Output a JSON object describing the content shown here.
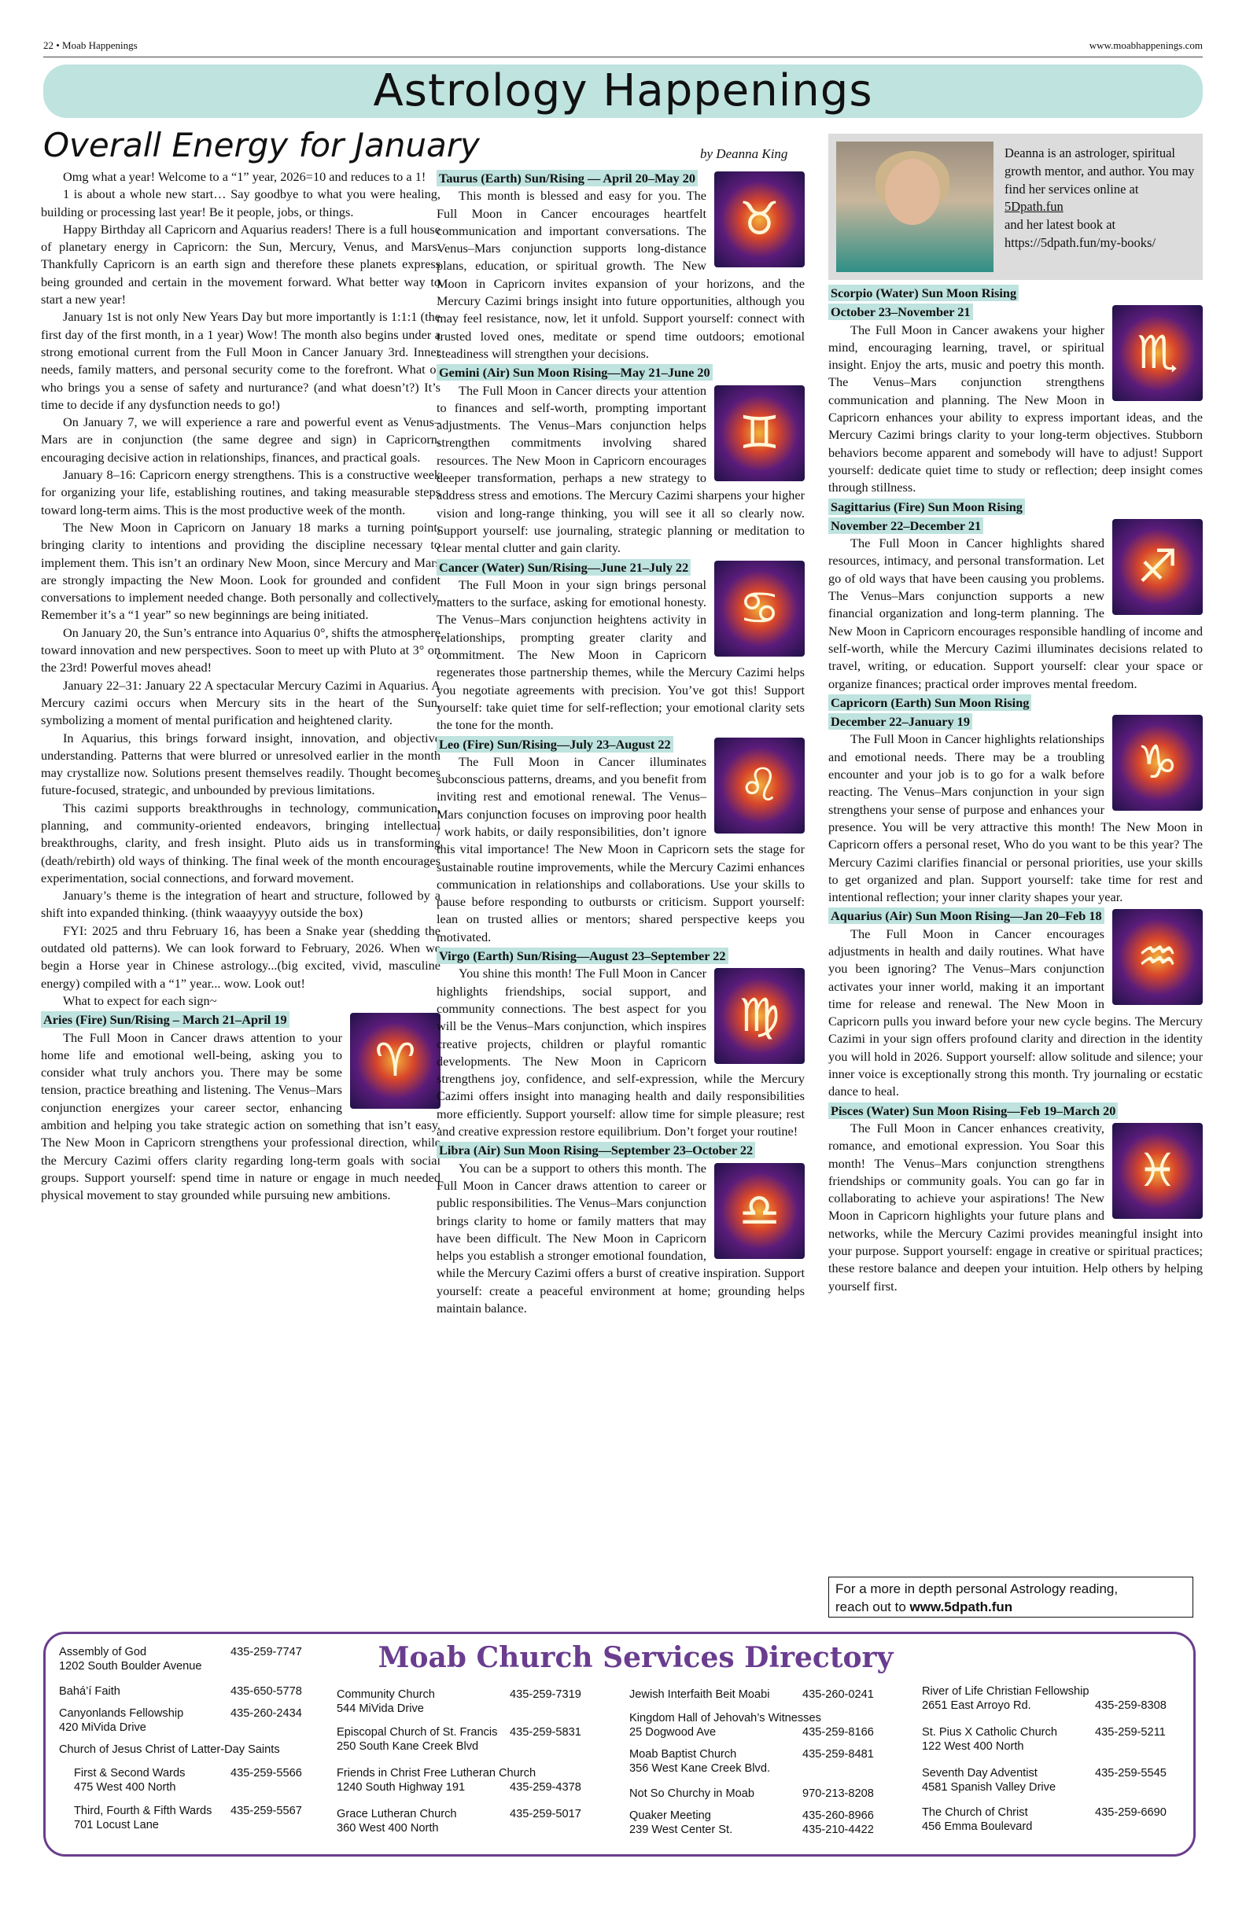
{
  "header": {
    "page_label": "22 • Moab Happenings",
    "website": "www.moabhappenings.com"
  },
  "banner_title": "Astrology Happenings",
  "subtitle": "Overall Energy for January",
  "byline": "by Deanna King",
  "author_box": {
    "line1": "Deanna is an astrologer, spiritual growth mentor, and author. You may find her services online at",
    "link1": "5Dpath.fun",
    "line2": "and her latest book at https://5dpath.fun/my-books/"
  },
  "intro": [
    "Omg what a year! Welcome to a “1” year, 2026=10 and reduces to a 1!",
    "1 is about a whole new start… Say goodbye to what you were healing, building or processing last year! Be it people, jobs, or things.",
    "Happy Birthday all Capricorn and Aquarius readers! There is a full house of planetary energy in Capricorn: the Sun, Mercury, Venus, and Mars. Thankfully Capricorn is an earth sign and therefore these planets express being grounded and certain in the movement forward. What better way to start a new year!",
    "January 1st is not only New Years Day but more importantly is 1:1:1 (the first day of the first month, in a 1 year) Wow! The month also begins under a strong emotional current from the Full Moon in Cancer January 3rd. Inner needs, family matters, and personal security come to the forefront. What or who brings you a sense of safety and nurturance? (and what doesn’t?) It’s time to decide if any dysfunction needs to go!)",
    "On January 7, we will experience a rare and powerful event as Venus–Mars are in conjunction (the same degree and sign) in Capricorn, encouraging decisive action in relationships, finances, and practical goals.",
    "January 8–16: Capricorn energy strengthens. This is a constructive week for organizing your life, establishing routines, and taking measurable steps toward long-term aims. This is the most productive week of the month.",
    "The New Moon in Capricorn on January 18 marks a turning point, bringing clarity to intentions and providing the discipline necessary to implement them. This isn’t an ordinary New Moon, since Mercury and Mars are strongly impacting the New Moon. Look for grounded and confident conversations to implement needed change. Both personally and collectively. Remember it’s a “1 year” so new beginnings are being initiated.",
    "On January 20, the Sun’s entrance into Aquarius 0°, shifts the atmosphere toward innovation and new perspectives. Soon to meet up with Pluto at 3° on the 23rd! Powerful moves ahead!",
    "January 22–31: January 22 A spectacular Mercury Cazimi in Aquarius. A Mercury cazimi occurs when Mercury sits in the heart of the Sun, symbolizing a moment of mental purification and heightened clarity.",
    "In Aquarius, this brings forward insight, innovation, and objective understanding. Patterns that were blurred or unresolved earlier in the month may crystallize now. Solutions present themselves readily. Thought becomes future-focused, strategic, and unbounded by previous limitations.",
    "This cazimi supports breakthroughs in technology, communication, planning, and community-oriented endeavors, bringing intellectual breakthroughs, clarity, and fresh insight. Pluto aids us in transforming (death/rebirth) old ways of thinking. The final week of the month encourages experimentation, social connections, and forward movement.",
    "January’s theme is the integration of heart and structure, followed by a shift into expanded thinking. (think waaayyyy outside the box)",
    "FYI: 2025 and thru February 16, has been a Snake year (shedding the outdated old patterns). We can look forward to February, 2026. When we begin a Horse year in Chinese astrology...(big excited, vivid, masculine energy) compiled with a “1” year... wow. Look out!",
    "What to expect for each sign~"
  ],
  "signs": [
    {
      "heading": "Aries (Fire) Sun/Rising – March 21–April 19",
      "glyph": "♈",
      "text": "The Full Moon in Cancer draws attention to your home life and emotional well-being, asking you to consider what truly anchors you. There may be some tension, practice breathing and listening. The Venus–Mars conjunction energizes your career sector, enhancing ambition and helping you take strategic action on something that isn’t easy. The New Moon in Capricorn strengthens your professional direction, while the Mercury Cazimi offers clarity regarding long-term goals with social groups. Support yourself: spend time in nature or engage in much needed physical movement to stay grounded while pursuing new ambitions."
    },
    {
      "heading": "Taurus (Earth) Sun/Rising — April 20–May 20",
      "glyph": "♉",
      "text": "This month is blessed and easy for you. The Full Moon in Cancer encourages heartfelt communication and important conversations. The Venus–Mars conjunction supports long-distance plans, education, or spiritual growth. The New Moon in Capricorn invites expansion of your horizons, and the Mercury Cazimi brings insight into future opportunities, although you may feel resistance, now, let it unfold. Support yourself: connect with trusted loved ones, meditate or spend time outdoors; emotional steadiness will strengthen your decisions."
    },
    {
      "heading": "Gemini (Air) Sun Moon Rising—May 21–June 20",
      "glyph": "♊",
      "text": "The Full Moon in Cancer directs your attention to finances and self-worth, prompting important adjustments. The Venus–Mars conjunction helps strengthen commitments involving shared resources. The New Moon in Capricorn encourages deeper transformation, perhaps a new strategy to address stress and emotions. The Mercury Cazimi sharpens your higher vision and long-range thinking, you will see it all so clearly now. Support yourself: use journaling, strategic planning or meditation to clear mental clutter and gain clarity."
    },
    {
      "heading": "Cancer (Water) Sun/Rising—June 21–July 22",
      "glyph": "♋",
      "text": "The Full Moon in your sign brings personal matters to the surface, asking for emotional honesty. The Venus–Mars conjunction heightens activity in relationships, prompting greater clarity and commitment. The New Moon in Capricorn regenerates those partnership themes, while the Mercury Cazimi helps you negotiate agreements with precision. You’ve got this! Support yourself: take quiet time for self-reflection; your emotional clarity sets the tone for the month."
    },
    {
      "heading": "Leo (Fire) Sun/Rising—July 23–August 22",
      "glyph": "♌",
      "text": "The Full Moon in Cancer illuminates subconscious patterns, dreams, and you benefit from inviting rest and emotional renewal. The Venus–Mars conjunction focuses on improving poor health / work habits, or daily responsibilities, don’t ignore this vital importance! The New Moon in Capricorn sets the stage for sustainable routine improvements, while the Mercury Cazimi enhances communication in relationships and collaborations. Use your skills to pause before responding to outbursts or criticism. Support yourself: lean on trusted allies or mentors; shared perspective keeps you motivated."
    },
    {
      "heading": "Virgo (Earth) Sun/Rising—August 23–September 22",
      "glyph": "♍",
      "text": "You shine this month! The Full Moon in Cancer highlights friendships, social support, and community connections. The best aspect for you will be the Venus–Mars conjunction, which inspires creative projects, children or playful romantic developments. The New Moon in Capricorn strengthens joy, confidence, and self-expression, while the Mercury Cazimi offers insight into managing health and daily responsibilities more efficiently. Support yourself: allow time for simple pleasure; rest and creative expression restore equilibrium. Don’t forget your routine!"
    },
    {
      "heading": "Libra (Air) Sun Moon Rising—September 23–October 22",
      "glyph": "♎",
      "text": "You can be a support to others this month. The Full Moon in Cancer draws attention to career or public responsibilities. The Venus–Mars conjunction brings clarity to home or family matters that may have been difficult. The New Moon in Capricorn helps you establish a stronger emotional foundation, while the Mercury Cazimi offers a burst of creative inspiration. Support yourself: create a peaceful environment at home; grounding helps maintain balance."
    },
    {
      "heading": "Scorpio (Water) Sun Moon Rising",
      "subheading": "October 23–November 21",
      "glyph": "♏",
      "text": "The Full Moon in Cancer awakens your higher mind, encouraging learning, travel, or spiritual insight. Enjoy the arts, music and poetry this month. The Venus–Mars conjunction strengthens communication and planning. The New Moon in Capricorn enhances your ability to express important ideas, and the Mercury Cazimi brings clarity to your long-term objectives. Stubborn behaviors become apparent and somebody will have to adjust! Support yourself: dedicate quiet time to study or reflection; deep insight comes through stillness."
    },
    {
      "heading": "Sagittarius (Fire) Sun Moon Rising",
      "subheading": "November 22–December 21",
      "glyph": "♐",
      "text": "The Full Moon in Cancer highlights shared resources, intimacy, and personal transformation. Let go of old ways that have been causing you problems. The Venus–Mars conjunction supports a new financial organization and long-term planning. The New Moon in Capricorn encourages responsible handling of income and self-worth, while the Mercury Cazimi illuminates decisions related to travel, writing, or education. Support yourself: clear your space or organize finances; practical order improves mental freedom."
    },
    {
      "heading": "Capricorn (Earth) Sun Moon Rising",
      "subheading": "December 22–January 19",
      "glyph": "♑",
      "text": "The Full Moon in Cancer highlights relationships and emotional needs. There may be a troubling encounter and your job is to go for a walk before reacting. The Venus–Mars conjunction in your sign strengthens your sense of purpose and enhances your presence. You will be very attractive this month! The New Moon in Capricorn offers a personal reset, Who do you want to be this year? The Mercury Cazimi clarifies financial or personal priorities, use your skills to get organized and plan. Support yourself: take time for rest and intentional reflection; your inner clarity shapes your year."
    },
    {
      "heading": "Aquarius (Air) Sun Moon Rising—Jan 20–Feb 18",
      "glyph": "♒",
      "text": "The Full Moon in Cancer encourages adjustments in health and daily routines. What have you been ignoring? The Venus–Mars conjunction activates your inner world, making it an important time for release and renewal. The New Moon in Capricorn pulls you inward before your new cycle begins. The Mercury Cazimi in your sign offers profound clarity and direction in the identity you will hold in 2026. Support yourself: allow solitude and silence; your inner voice is exceptionally strong this month. Try journaling or ecstatic dance to heal."
    },
    {
      "heading": "Pisces (Water) Sun Moon Rising—Feb 19–March 20",
      "glyph": "♓",
      "text": "The Full Moon in Cancer enhances creativity, romance, and emotional expression. You Soar this month! The Venus–Mars conjunction strengthens friendships or community goals. You can go far in collaborating to achieve your aspirations! The New Moon in Capricorn highlights your future plans and networks, while the Mercury Cazimi provides meaningful insight into your purpose. Support yourself: engage in creative or spiritual practices; these restore balance and deepen your intuition. Help others by helping yourself first."
    }
  ],
  "reading_box": {
    "line1": "For a more in depth personal Astrology reading,",
    "line2_pre": "reach out to ",
    "line2_link": "www.5dpath.fun"
  },
  "directory": {
    "title": "Moab Church Services Directory",
    "col1": [
      {
        "name": "Assembly of God",
        "addr": "1202 South Boulder Avenue",
        "phone": "435-259-7747"
      },
      {
        "name": "Bahá’í Faith",
        "addr": "",
        "phone": "435-650-5778"
      },
      {
        "name": "Canyonlands Fellowship",
        "addr": "420 MiVida Drive",
        "phone": "435-260-2434"
      },
      {
        "name": "Church of Jesus Christ of Latter-Day Saints",
        "addr": "",
        "phone": ""
      },
      {
        "name": "First & Second Wards",
        "addr": "475 West 400 North",
        "phone": "435-259-5566"
      },
      {
        "name": "Third, Fourth & Fifth Wards",
        "addr": "701 Locust Lane",
        "phone": "435-259-5567"
      }
    ],
    "col2": [
      {
        "name": "Community Church",
        "addr": "544 MiVida Drive",
        "phone": "435-259-7319"
      },
      {
        "name": "Episcopal Church of St. Francis",
        "addr": "250 South Kane Creek Blvd",
        "phone": "435-259-5831"
      },
      {
        "name": "Friends in Christ Free Lutheran Church",
        "addr": "1240 South Highway 191",
        "phone": "435-259-4378"
      },
      {
        "name": "Grace Lutheran Church",
        "addr": "360 West 400 North",
        "phone": "435-259-5017"
      }
    ],
    "col3": [
      {
        "name": "Jewish Interfaith Beit Moabi",
        "addr": "",
        "phone": "435-260-0241"
      },
      {
        "name": "Kingdom Hall of Jehovah’s Witnesses",
        "addr": "25 Dogwood Ave",
        "phone": "435-259-8166"
      },
      {
        "name": "Moab Baptist Church",
        "addr": "356 West Kane Creek Blvd.",
        "phone": "435-259-8481"
      },
      {
        "name": "Not So Churchy in Moab",
        "addr": "",
        "phone": "970-213-8208"
      },
      {
        "name": "Quaker Meeting",
        "addr": "239 West Center St.",
        "phone": "435-260-8966",
        "phone2": "435-210-4422"
      }
    ],
    "col4": [
      {
        "name": "River of Life Christian Fellowship",
        "addr": "2651 East Arroyo Rd.",
        "phone": "435-259-8308"
      },
      {
        "name": "St. Pius X Catholic Church",
        "addr": "122 West 400 North",
        "phone": "435-259-5211"
      },
      {
        "name": "Seventh Day Adventist",
        "addr": "4581 Spanish Valley Drive",
        "phone": "435-259-5545"
      },
      {
        "name": "The Church of Christ",
        "addr": "456 Emma Boulevard",
        "phone": "435-259-6690"
      }
    ]
  }
}
